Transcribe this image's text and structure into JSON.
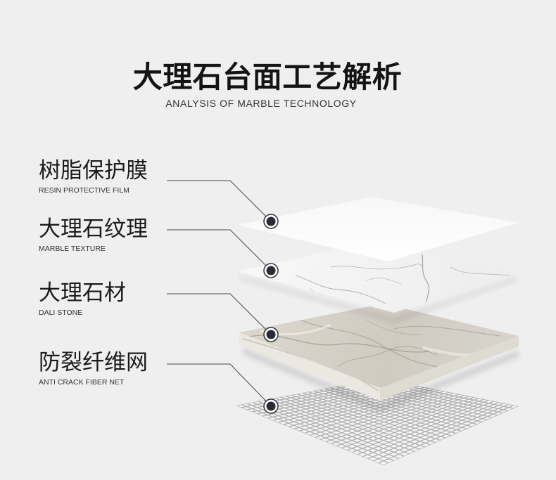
{
  "title": "大理石台面工艺解析",
  "subtitle": "ANALYSIS OF MARBLE TECHNOLOGY",
  "layers": [
    {
      "name": "树脂保护膜",
      "name_en": "RESIN PROTECTIVE FILM"
    },
    {
      "name": "大理石纹理",
      "name_en": "MARBLE TEXTURE"
    },
    {
      "name": "大理石材",
      "name_en": "DALI STONE"
    },
    {
      "name": "防裂纤维网",
      "name_en": "ANTI CRACK FIBER NET"
    }
  ],
  "colors": {
    "background": "#efefef",
    "text": "#1b1b1b",
    "leader_line": "#4a4a4a",
    "marker": "#2b2b35",
    "stone": "#d4d0c6",
    "mesh": "#b0b0b0"
  }
}
